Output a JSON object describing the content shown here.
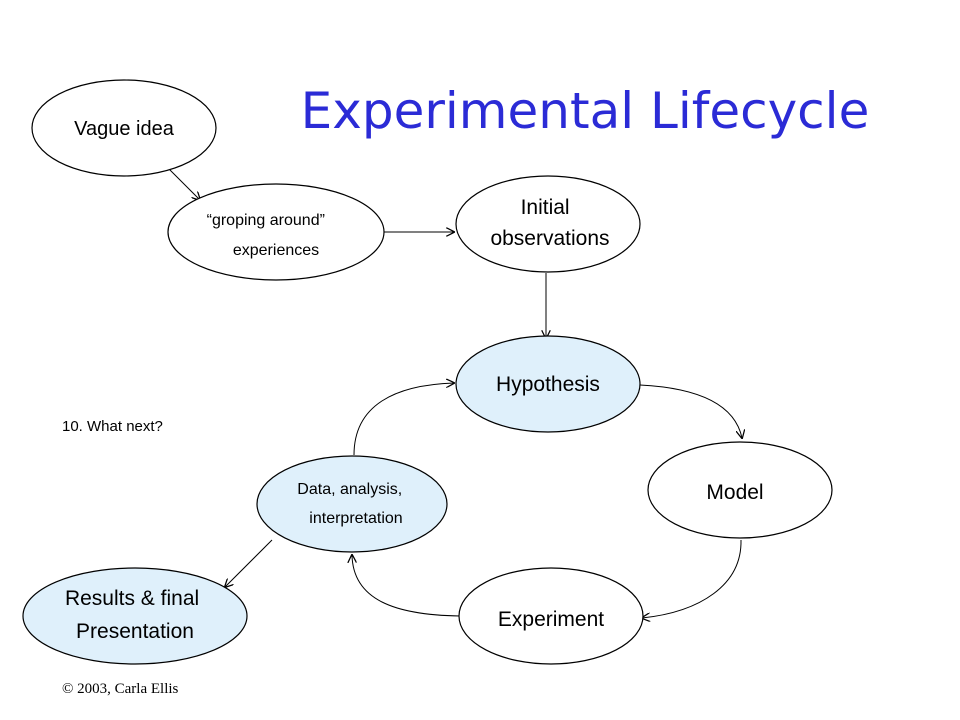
{
  "title": "Experimental Lifecycle",
  "colors": {
    "title": "#2b2bd6",
    "shaded_fill": "#dff0fb",
    "stroke": "#000000"
  },
  "nodes": {
    "vague_idea": {
      "lines": [
        "Vague idea"
      ]
    },
    "groping": {
      "lines": [
        "“groping around”",
        "experiences"
      ]
    },
    "initial_obs": {
      "lines": [
        "Initial",
        "observations"
      ]
    },
    "hypothesis": {
      "lines": [
        "Hypothesis"
      ]
    },
    "model": {
      "lines": [
        "Model"
      ]
    },
    "experiment": {
      "lines": [
        "Experiment"
      ]
    },
    "data": {
      "lines": [
        "Data, analysis,",
        "interpretation"
      ]
    },
    "results": {
      "lines": [
        "Results & final",
        "Presentation"
      ]
    }
  },
  "note": "10.  What next?",
  "copyright": "© 2003, Carla Ellis"
}
